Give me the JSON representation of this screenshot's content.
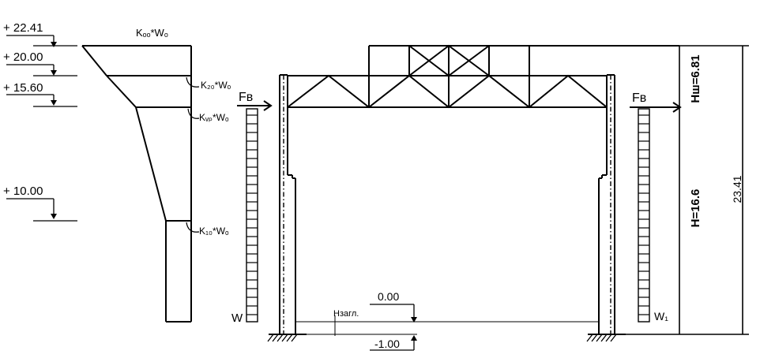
{
  "elevations": {
    "e1": "+ 22.41",
    "e2": "+ 20.00",
    "e3": "+ 15.60",
    "e4": "+ 10.00"
  },
  "wind_labels": {
    "k_top": "Kₒₒ*Wₒ",
    "k20": "K₂₀*Wₒ",
    "k15": "Kᵥₚ*Wₒ",
    "k10": "K₁₀*Wₒ"
  },
  "force_labels": {
    "left": "Fв",
    "right": "Fв"
  },
  "pressure_labels": {
    "left": "W",
    "right": "W₁"
  },
  "levels": {
    "zero": "0.00",
    "minus_one": "-1.00",
    "depth": "Hзагл."
  },
  "dimensions": {
    "hsh": "Нш=6.81",
    "h": "Н=16.6",
    "total": "23.41"
  }
}
